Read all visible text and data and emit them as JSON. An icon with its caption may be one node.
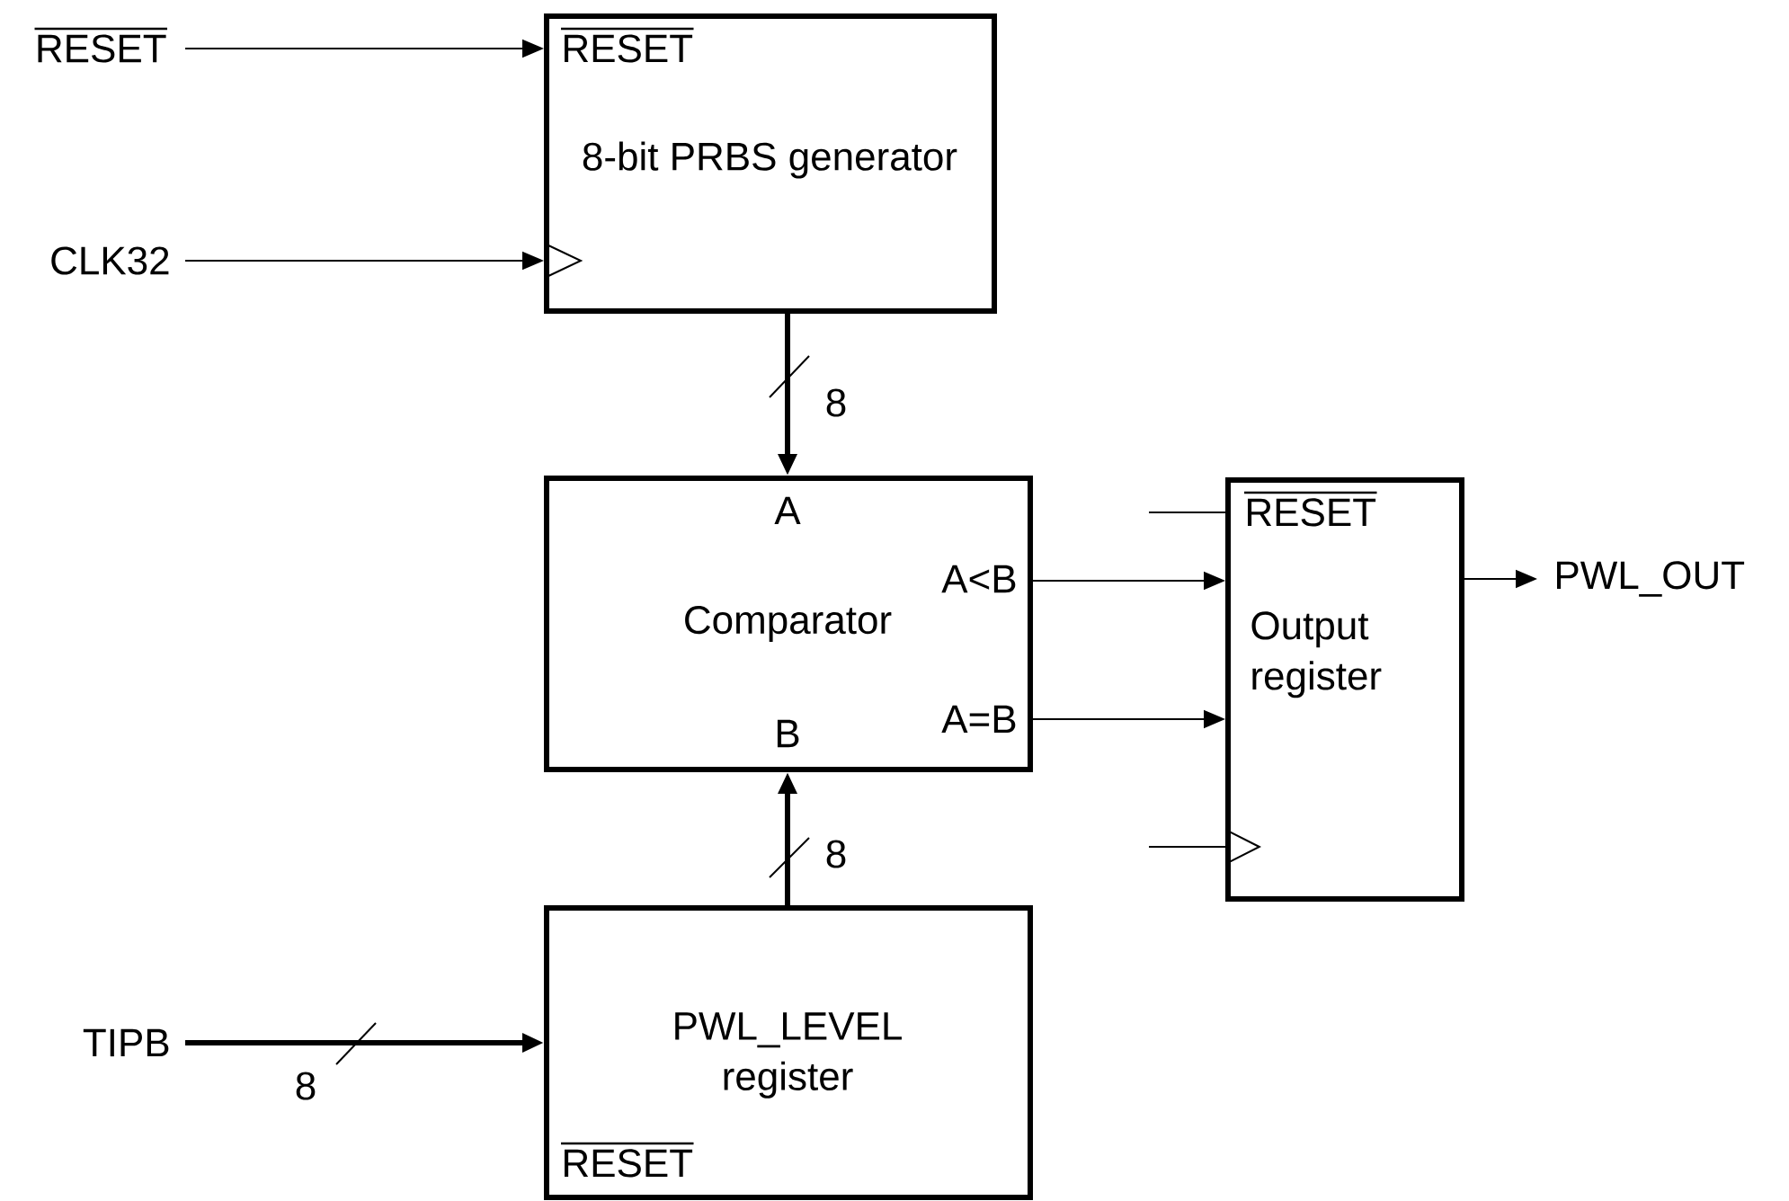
{
  "diagram": {
    "nodes": [
      {
        "text": [
          "RESET",
          "8-bit PRBS generator"
        ]
      },
      {
        "text": [
          "A",
          "A<B",
          "Comparator",
          "A=B",
          "B"
        ]
      },
      {
        "text": [
          "RESET",
          "Output register"
        ]
      },
      {
        "text": [
          "PWL_LEVEL register",
          "RESET"
        ]
      },
      {
        "text": [
          "RESET"
        ]
      },
      {
        "text": [
          "CLK32"
        ]
      },
      {
        "text": [
          "TIPB"
        ]
      },
      {
        "text": [
          "PWL_OUT"
        ]
      }
    ],
    "edges": [
      {
        "from": 4,
        "to": 0,
        "arrow": "to"
      },
      {
        "from": 5,
        "to": 0,
        "arrow": "to"
      },
      {
        "from": 0,
        "to": 1,
        "arrow": "to",
        "label": "8",
        "style": "thick"
      },
      {
        "from": 3,
        "to": 1,
        "arrow": "to",
        "label": "8",
        "style": "thick"
      },
      {
        "from": 6,
        "to": 3,
        "arrow": "to",
        "label": "8",
        "style": "thick"
      },
      {
        "from": 1,
        "to": 2,
        "arrow": "to"
      },
      {
        "from": 1,
        "to": 2,
        "arrow": "to"
      },
      {
        "from": 2,
        "to": 7,
        "arrow": "to"
      },
      {
        "from": null,
        "to": 2,
        "arrow": "none"
      },
      {
        "from": null,
        "to": 2,
        "arrow": "to"
      }
    ]
  }
}
